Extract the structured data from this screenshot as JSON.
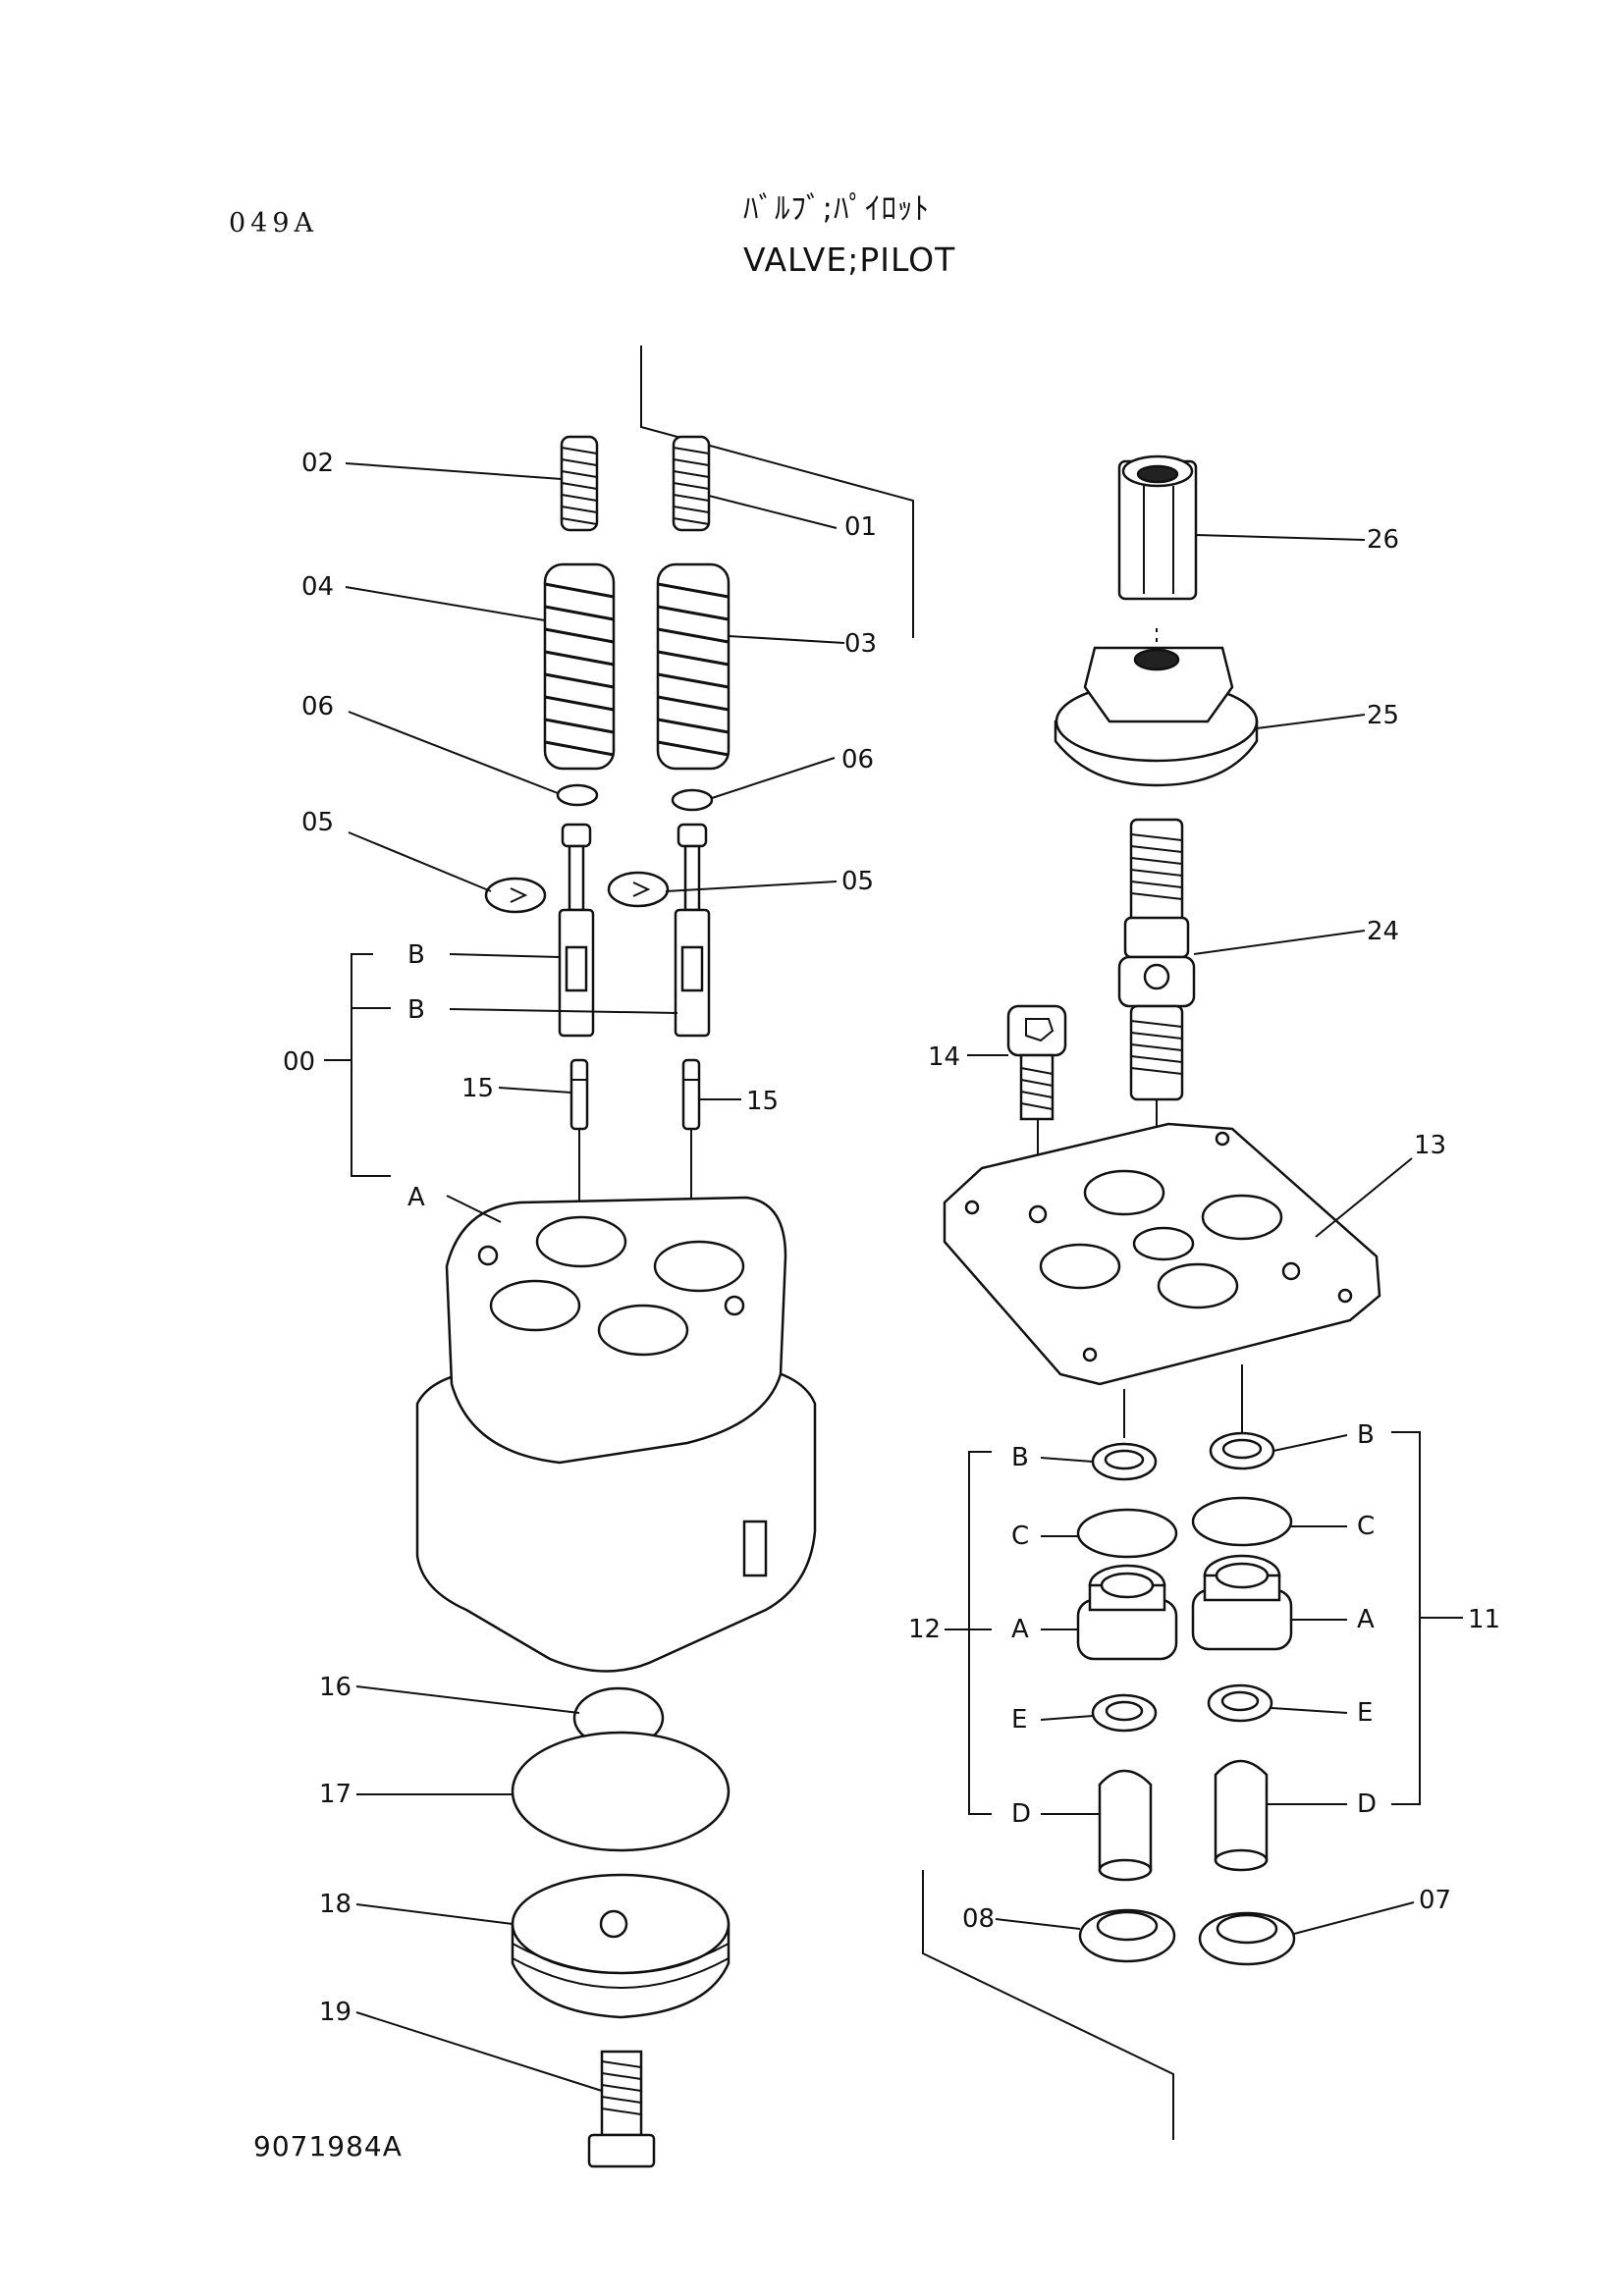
{
  "header": {
    "page_code": "049A",
    "title_ja": "ﾊﾞﾙﾌﾞ;ﾊﾟｲﾛｯﾄ",
    "title_en": "VALVE;PILOT"
  },
  "drawing_number": "9071984A",
  "callouts": {
    "c00": "00",
    "c01": "01",
    "c02": "02",
    "c03": "03",
    "c04": "04",
    "c05a": "05",
    "c05b": "05",
    "c06a": "06",
    "c06b": "06",
    "c07": "07",
    "c08": "08",
    "c11": "11",
    "c12": "12",
    "c13": "13",
    "c14": "14",
    "c15a": "15",
    "c15b": "15",
    "c16": "16",
    "c17": "17",
    "c18": "18",
    "c19": "19",
    "c24": "24",
    "c25": "25",
    "c26": "26"
  },
  "sub_labels": {
    "left_B1": "B",
    "left_B2": "B",
    "left_A": "A",
    "g12_B": "B",
    "g12_C": "C",
    "g12_A": "A",
    "g12_E": "E",
    "g12_D": "D",
    "g11_B": "B",
    "g11_C": "C",
    "g11_A": "A",
    "g11_E": "E",
    "g11_D": "D"
  }
}
